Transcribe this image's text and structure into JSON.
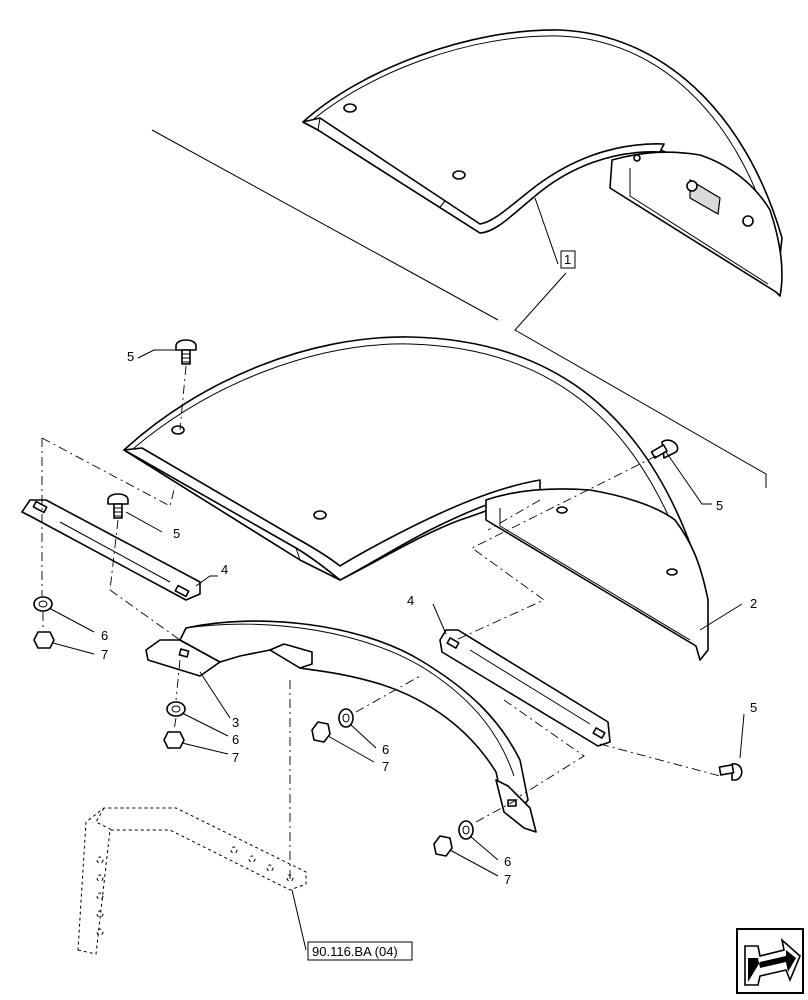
{
  "diagram": {
    "callouts": {
      "c1": "1",
      "c2": "2",
      "c3": "3",
      "c4a": "4",
      "c4b": "4",
      "c5a": "5",
      "c5b": "5",
      "c5c": "5",
      "c5d": "5",
      "c6a": "6",
      "c6b": "6",
      "c6c": "6",
      "c7a": "7",
      "c7b": "7",
      "c7c": "7"
    },
    "reference": "90.116.BA (04)",
    "nav_icon": "next-page-arrow-icon"
  }
}
